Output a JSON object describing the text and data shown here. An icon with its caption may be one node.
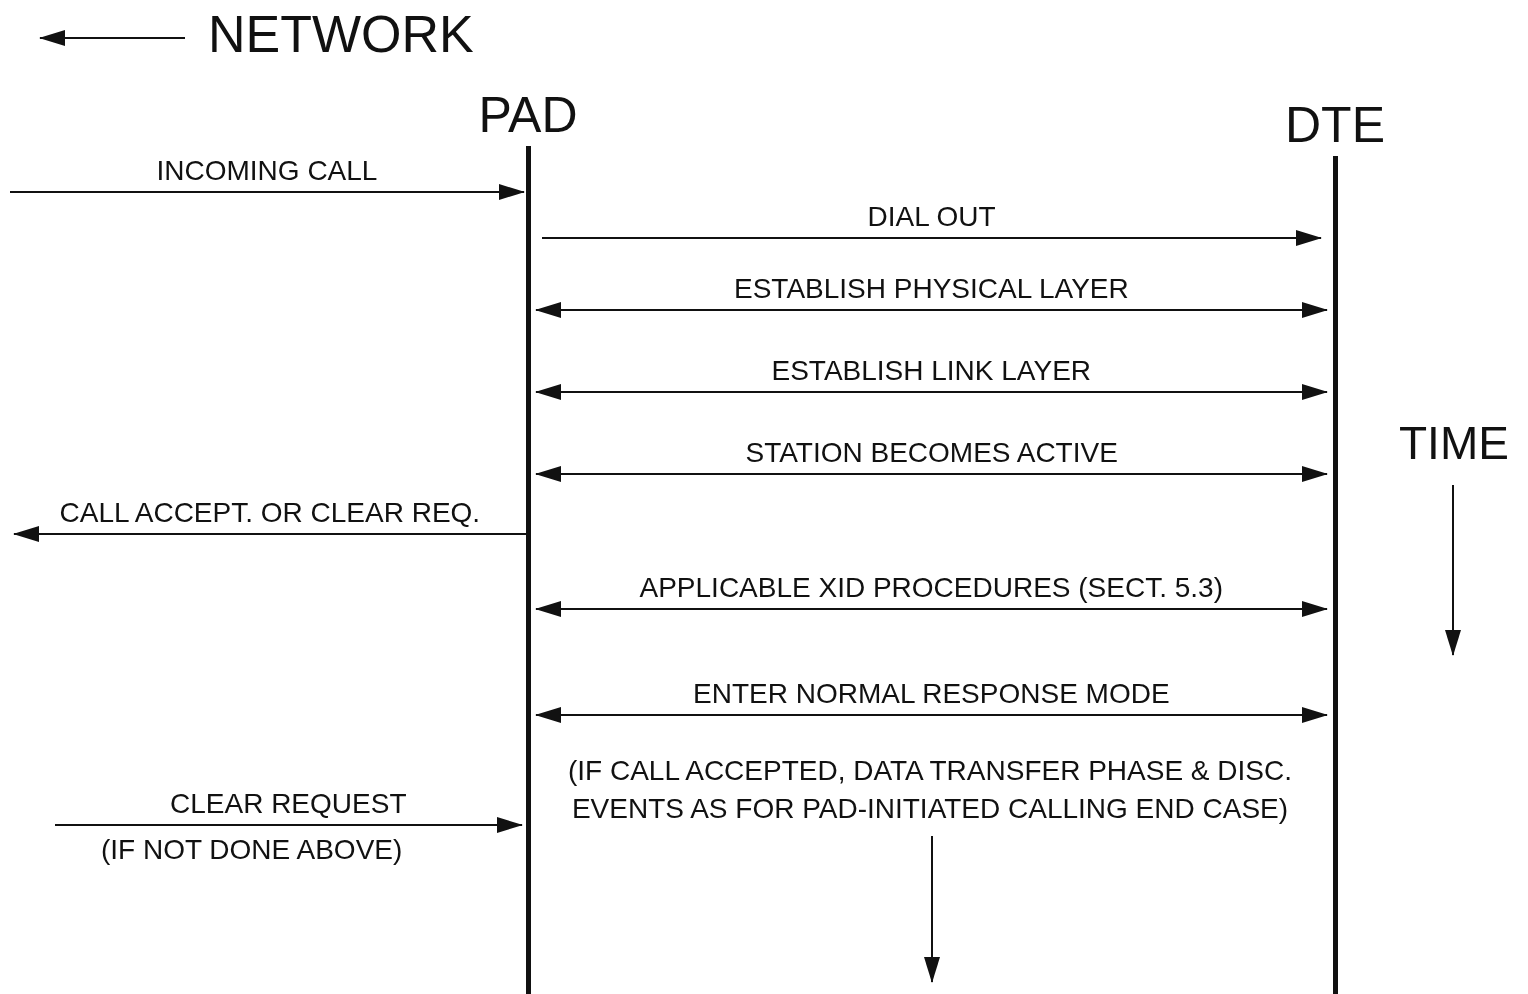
{
  "diagram": {
    "nodes": [
      {
        "text": [
          "PAD"
        ]
      },
      {
        "text": [
          "DTE"
        ]
      },
      {
        "text": [
          "(IF CALL ACCEPTED, DATA TRANSFER PHASE & DISC. EVENTS AS FOR PAD-INITIATED CALLING END CASE)"
        ]
      }
    ],
    "edges": [
      {
        "from": null,
        "to": 0,
        "arrow": "to",
        "label": "INCOMING CALL"
      },
      {
        "from": 0,
        "to": 1,
        "arrow": "to",
        "label": "DIAL OUT"
      },
      {
        "from": 0,
        "to": 1,
        "arrow": "both",
        "label": "ESTABLISH PHYSICAL LAYER"
      },
      {
        "from": 0,
        "to": 1,
        "arrow": "both",
        "label": "ESTABLISH LINK LAYER"
      },
      {
        "from": 0,
        "to": 1,
        "arrow": "both",
        "label": "STATION BECOMES ACTIVE"
      },
      {
        "from": 0,
        "to": null,
        "arrow": "to",
        "label": "CALL ACCEPT. OR CLEAR REQ."
      },
      {
        "from": 0,
        "to": 1,
        "arrow": "both",
        "label": "APPLICABLE XID PROCEDURES (SECT. 5.3)"
      },
      {
        "from": 0,
        "to": 1,
        "arrow": "both",
        "label": "ENTER NORMAL RESPONSE MODE"
      },
      {
        "from": null,
        "to": 0,
        "arrow": "to",
        "label": "CLEAR REQUEST"
      },
      {
        "from": 2,
        "to": null,
        "arrow": "to"
      }
    ],
    "labels": [
      "NETWORK",
      "TIME",
      "(IF NOT DONE ABOVE)"
    ]
  }
}
